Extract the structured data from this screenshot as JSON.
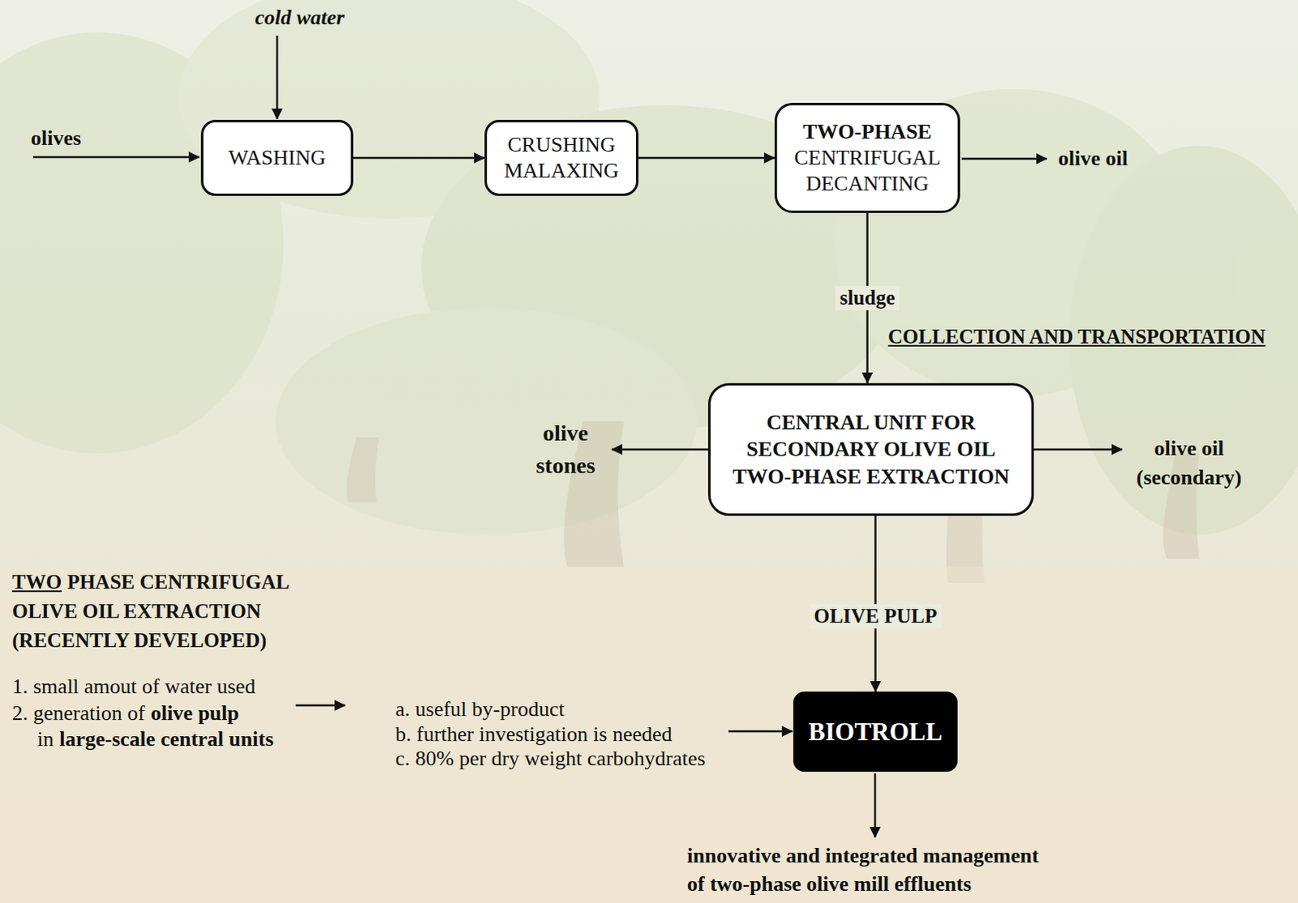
{
  "diagram": {
    "nodes": [
      {
        "text": [
          "WASHING"
        ]
      },
      {
        "text": [
          "CRUSHING MALAXING"
        ]
      },
      {
        "text": [
          "TWO-PHASE",
          "CENTRIFUGAL DECANTING"
        ]
      },
      {
        "text": [
          "CENTRAL UNIT FOR SECONDARY OLIVE OIL TWO-PHASE EXTRACTION"
        ]
      },
      {
        "text": [
          "BIOTROLL"
        ]
      }
    ],
    "edges": [
      {
        "from": 0,
        "to": 1,
        "arrow": "to"
      },
      {
        "from": 1,
        "to": 2,
        "arrow": "to"
      },
      {
        "from": 2,
        "to": 3,
        "label": "sludge",
        "arrow": "to"
      },
      {
        "from": 3,
        "to": 4,
        "label": "OLIVE PULP",
        "arrow": "to"
      }
    ],
    "labels": [
      "cold water",
      "olives",
      "olive oil",
      "COLLECTION AND TRANSPORTATION",
      "olive stones",
      "olive oil (secondary)",
      "TWO",
      "PHASE CENTRIFUGAL OLIVE OIL EXTRACTION (RECENTLY DEVELOPED)",
      "1. small amout of water used",
      "2. generation of",
      "olive pulp",
      "in",
      "large-scale central units",
      "a. useful by-product",
      "b. further investigation is needed",
      "c. 80% per dry weight carbohydrates",
      "innovative and integrated management of two-phase olive mill effluents"
    ]
  }
}
